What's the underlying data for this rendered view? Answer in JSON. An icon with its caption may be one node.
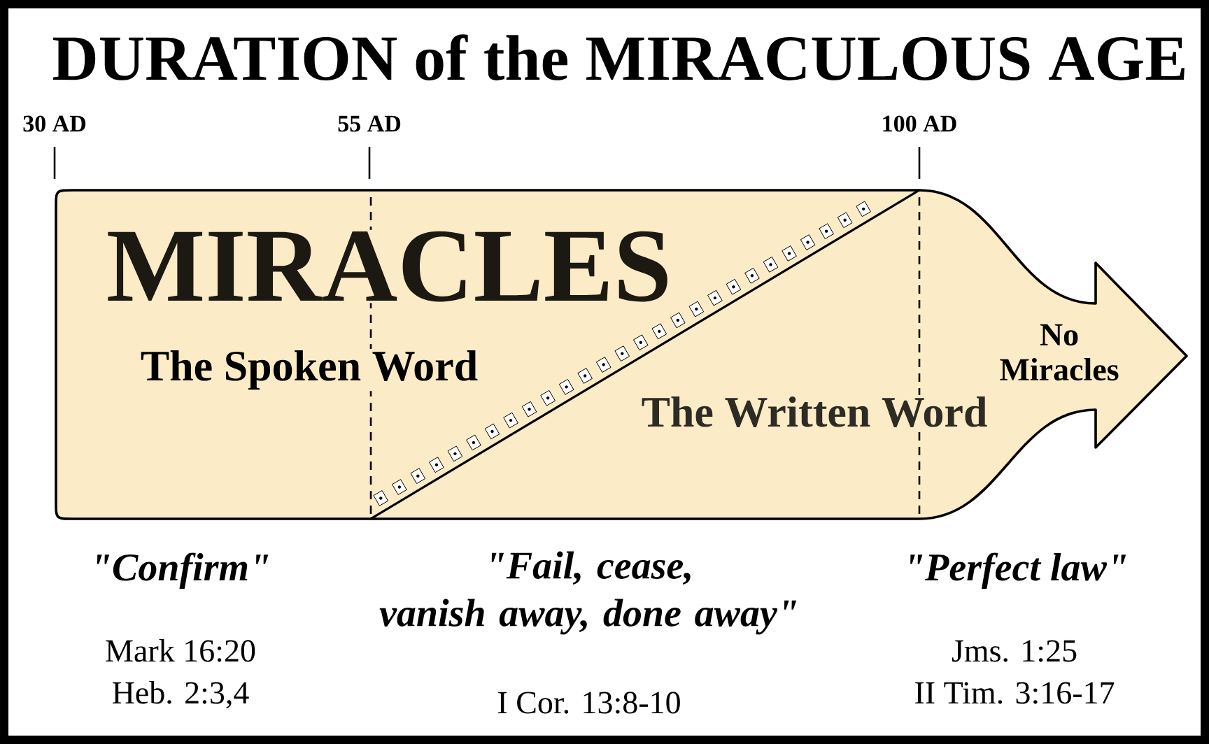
{
  "diagram": {
    "title": "DURATION of the MIRACULOUS AGE",
    "nodes": [
      {
        "text": [
          "MIRACLES",
          "The Spoken Word",
          "The Written Word",
          "No Miracles"
        ]
      }
    ],
    "labels": [
      "30 AD",
      "55 AD",
      "100 AD",
      "\"Confirm\"",
      "Mark 16:20",
      "Heb. 2:3,4",
      "\"Fail, cease, vanish away, done away\"",
      "I Cor. 13:8-10",
      "\"Perfect law\"",
      "Jms. 1:25",
      "II Tim. 3:16-17"
    ]
  }
}
